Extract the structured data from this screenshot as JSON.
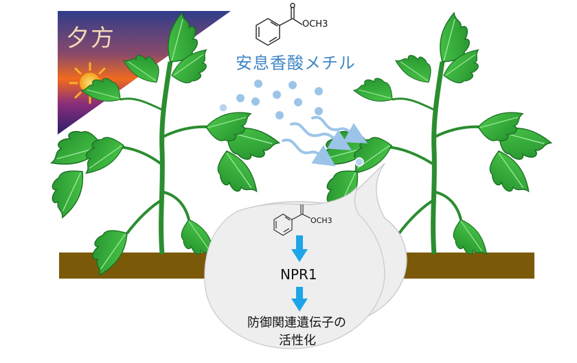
{
  "panel": {
    "time_of_day": "夕方",
    "compound_name": "安息香酸メチル",
    "methoxy_group_top": "OCH3",
    "methoxy_group_bubble": "OCH3",
    "receptor": "NPR1",
    "outcome_line1": "防御関連遺伝子の",
    "outcome_line2": "活性化"
  },
  "colors": {
    "sky_top": "#3a4a8c",
    "sky_mid": "#7a2e7a",
    "sky_sunset": "#f06a1e",
    "sun": "#f7b32b",
    "leaf": "#2fa83a",
    "leaf_dark": "#1d7a25",
    "soil": "#7a5a08",
    "droplet": "#9cc4e8",
    "arrow": "#1ea5e8",
    "bubble": "#eeeeee"
  },
  "icons": [
    "sun-icon",
    "benzene-ring-icon",
    "down-arrow-icon"
  ]
}
